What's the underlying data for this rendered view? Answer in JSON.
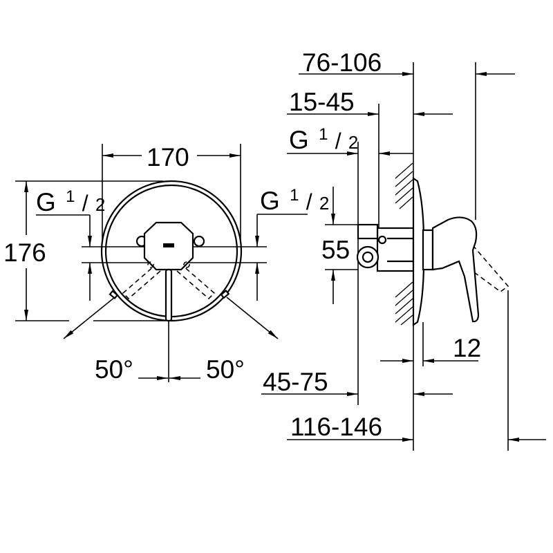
{
  "front_view": {
    "width_label": "170",
    "height_label": "176",
    "thread_left": {
      "g": "G",
      "num": "1",
      "slash": "/",
      "den": "2"
    },
    "thread_right": {
      "g": "G",
      "num": "1",
      "slash": "/",
      "den": "2"
    },
    "angle_left": "50°",
    "angle_right": "50°"
  },
  "side_view": {
    "top_label": "76-106",
    "second_label": "15-45",
    "thread": {
      "g": "G",
      "num": "1",
      "slash": "/",
      "den": "2"
    },
    "connection_label": "55",
    "plate_label": "12",
    "depth_label": "45-75",
    "total_label": "116-146"
  },
  "colors": {
    "line": "#000000",
    "background": "#ffffff"
  }
}
